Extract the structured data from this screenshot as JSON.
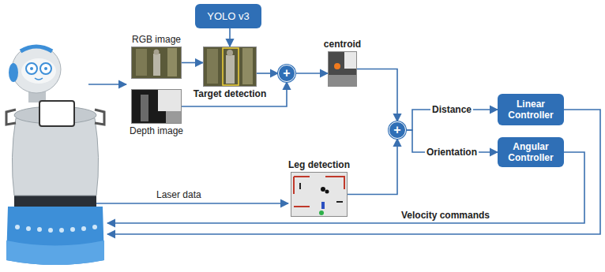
{
  "diagram": {
    "nodes": [
      {
        "text": [
          "YOLO v3"
        ]
      },
      {
        "text": [
          "RGB image"
        ]
      },
      {
        "text": [
          "Depth image"
        ]
      },
      {
        "text": [
          "Target detection"
        ]
      },
      {
        "text": [
          "+"
        ]
      },
      {
        "text": [
          "centroid"
        ]
      },
      {
        "text": [
          "Leg detection"
        ]
      },
      {
        "text": [
          "+"
        ]
      },
      {
        "text": [
          "Linear Controller"
        ]
      },
      {
        "text": [
          "Angular Controller"
        ]
      }
    ],
    "edges": [
      {
        "from": 0,
        "to": 3,
        "arrow": "to"
      },
      {
        "from": 1,
        "to": 3,
        "arrow": "to"
      },
      {
        "from": 3,
        "to": 4,
        "arrow": "to"
      },
      {
        "from": 2,
        "to": 4,
        "arrow": "to"
      },
      {
        "from": 4,
        "to": 5,
        "arrow": "to"
      },
      {
        "from": 5,
        "to": 7,
        "arrow": "to"
      },
      {
        "from": 6,
        "to": 7,
        "arrow": "to"
      },
      {
        "from": 7,
        "to": 8,
        "label": "Distance",
        "arrow": "to"
      },
      {
        "from": 7,
        "to": 9,
        "label": "Orientation",
        "arrow": "to"
      }
    ],
    "labels": [
      "Laser data",
      "Velocity commands"
    ]
  }
}
